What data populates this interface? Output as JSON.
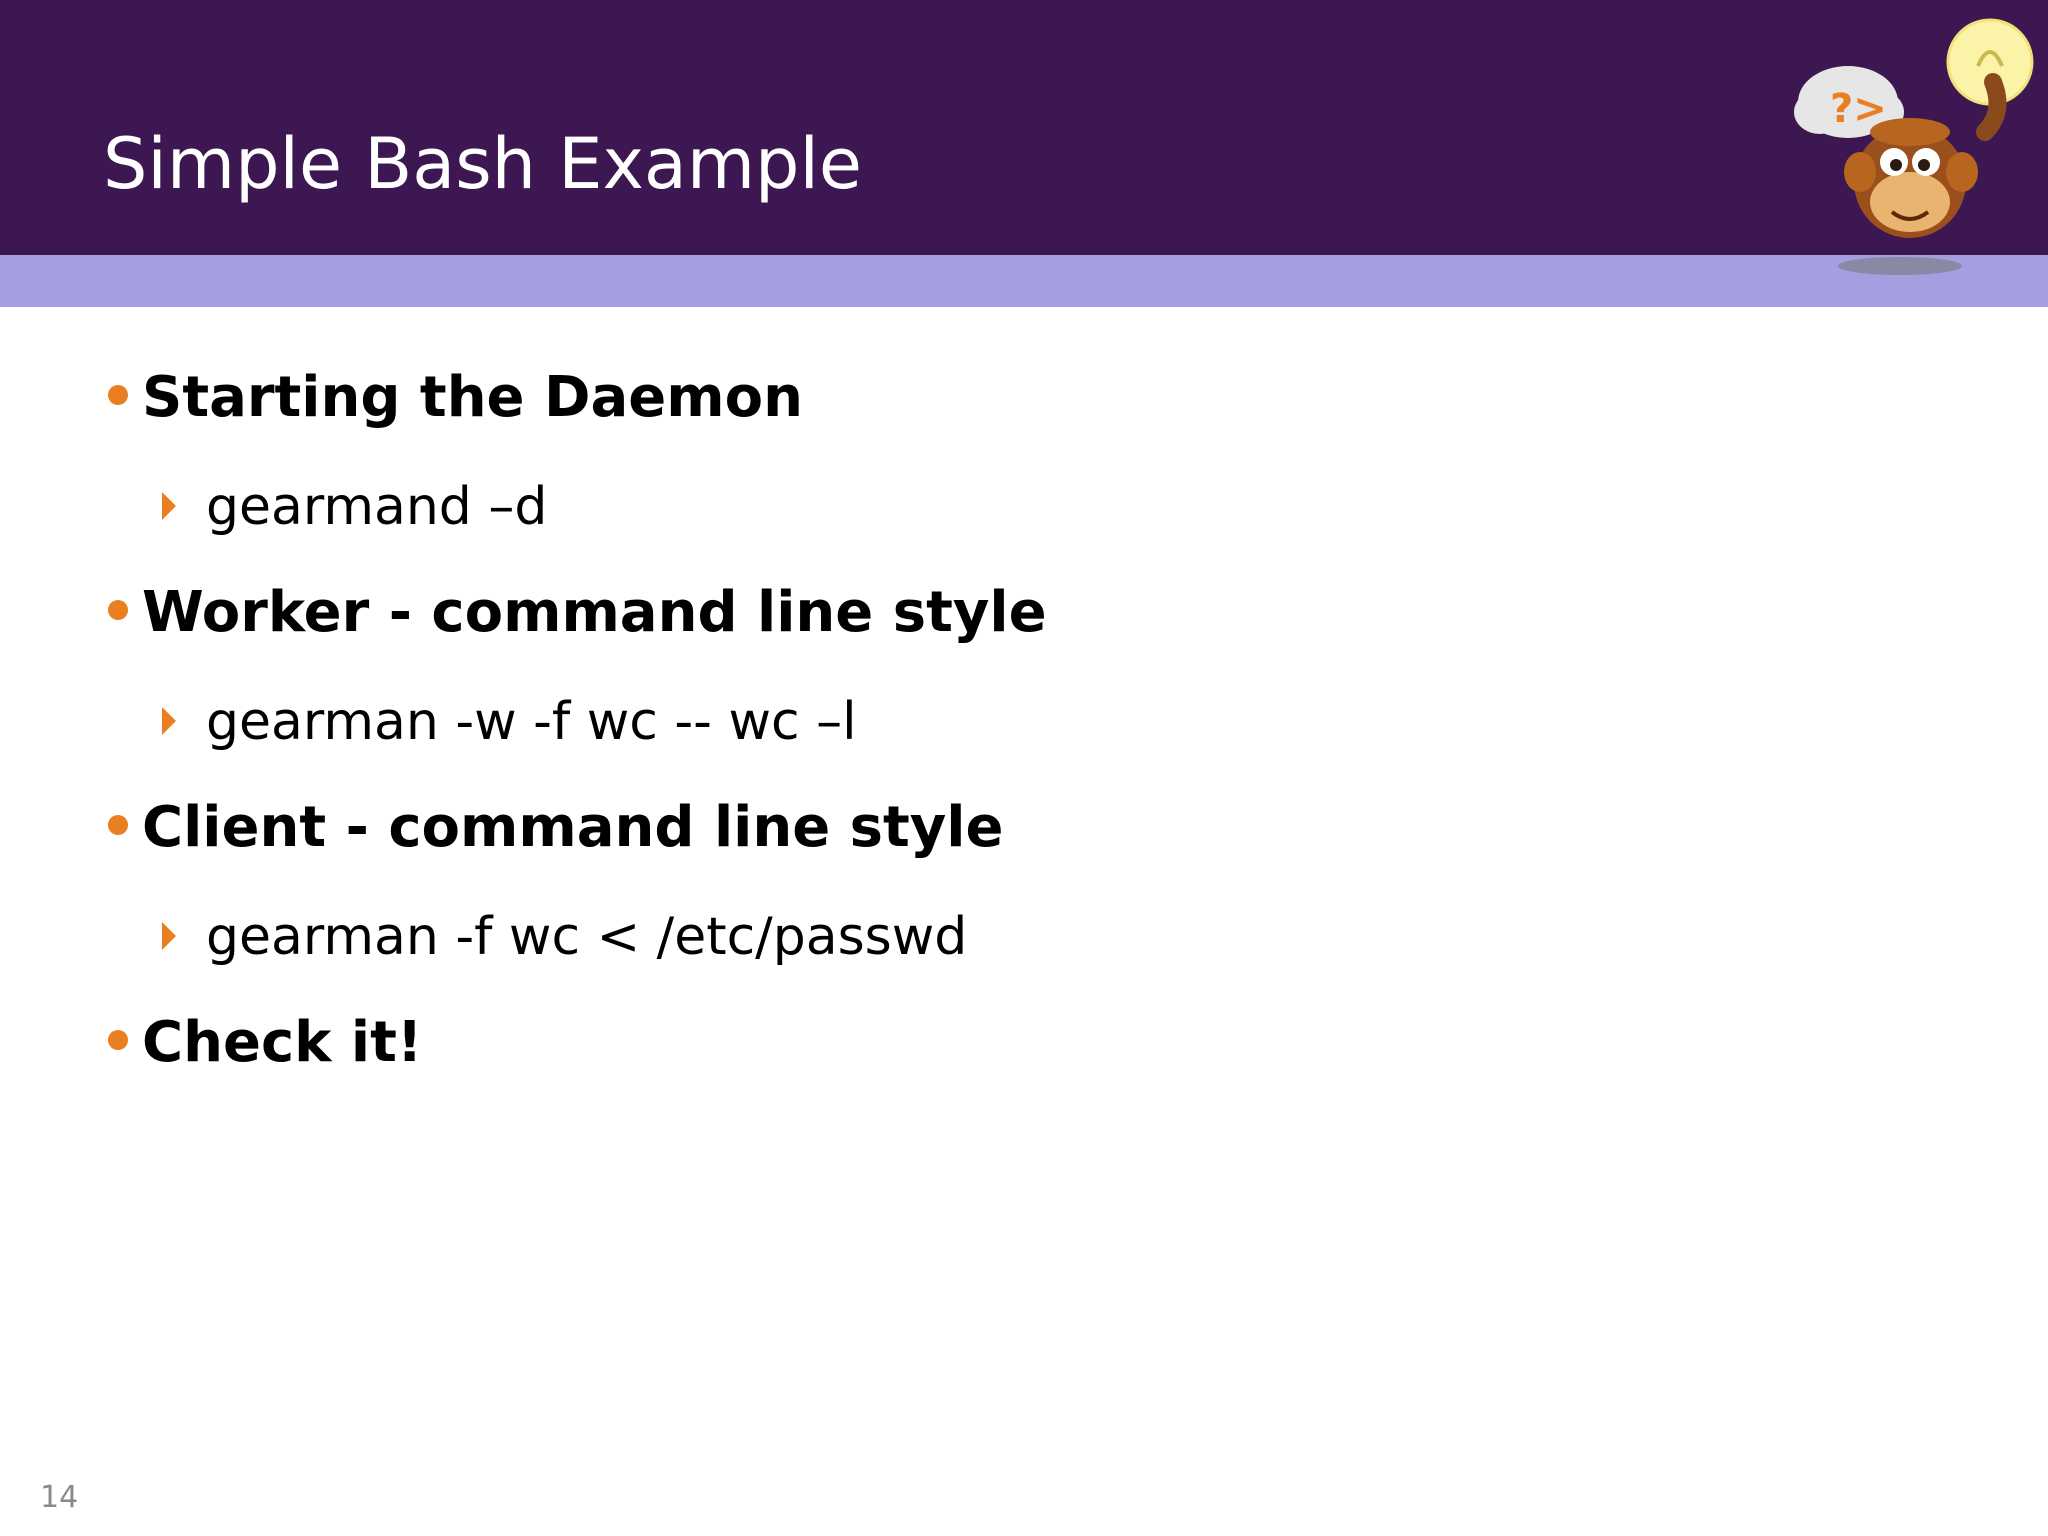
{
  "slide": {
    "title": "Simple Bash Example",
    "page_number": "14",
    "mascot_bubble_text": "?>",
    "colors": {
      "header_bg": "#3c1751",
      "header_band": "#a39fe0",
      "bullet_accent": "#e97f21",
      "title_text": "#ffffff",
      "body_text": "#000000"
    }
  },
  "bullets": [
    {
      "text": "Starting the Daemon",
      "sub": [
        "gearmand –d"
      ]
    },
    {
      "text": "Worker - command line style",
      "sub": [
        "gearman -w -f wc -- wc –l"
      ]
    },
    {
      "text": "Client - command line style",
      "sub": [
        "gearman -f wc < /etc/passwd"
      ]
    },
    {
      "text": "Check it!",
      "sub": []
    }
  ]
}
